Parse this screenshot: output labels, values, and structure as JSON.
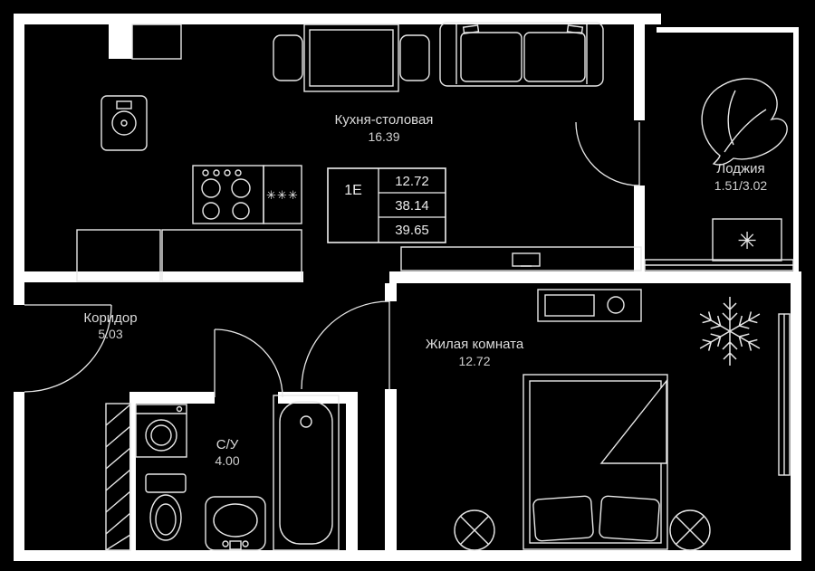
{
  "plan": {
    "background": "#000000",
    "wall_color": "#ffffff",
    "line_color": "#e8e8e8",
    "text_color": "#dcdcdc"
  },
  "rooms": [
    {
      "name": "Кухня-столовая",
      "area": "16.39"
    },
    {
      "name": "Лоджия",
      "area": "1.51/3.02"
    },
    {
      "name": "Коридор",
      "area": "5.03"
    },
    {
      "name": "Жилая комната",
      "area": "12.72"
    },
    {
      "name": "С/У",
      "area": "4.00"
    }
  ],
  "info_badge": {
    "flat_type": "1Е",
    "rows": [
      "12.72",
      "38.14",
      "39.65"
    ]
  },
  "symbols": {
    "fridge": "✳✳✳",
    "air_conditioner": "✳"
  }
}
